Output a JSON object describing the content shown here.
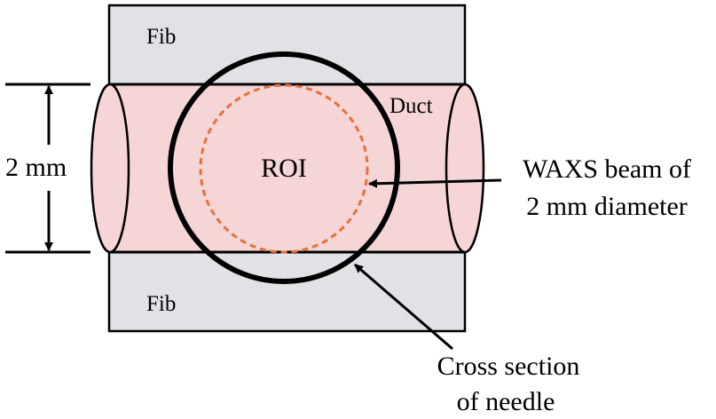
{
  "labels": {
    "fib_top": "Fib",
    "fib_bottom": "Fib",
    "duct": "Duct",
    "roi": "ROI",
    "dimension": "2 mm",
    "beam_line1": "WAXS beam of",
    "beam_line2": "2 mm diameter",
    "needle_line1": "Cross section",
    "needle_line2": "of needle"
  },
  "colors": {
    "fibrous_tissue": "#e1e1e6",
    "duct": "#f5d5d5",
    "roi_circle": "#e8703a",
    "outline": "#000000"
  }
}
